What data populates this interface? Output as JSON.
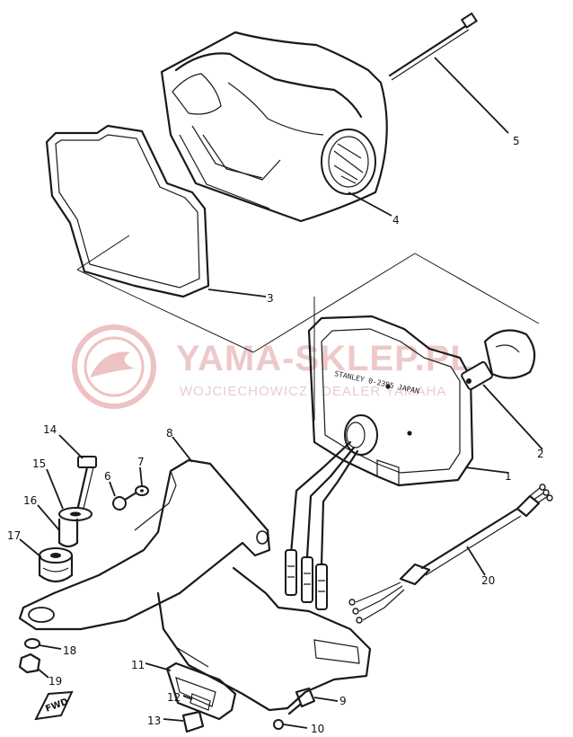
{
  "callouts": {
    "c1": "1",
    "c2": "2",
    "c3": "3",
    "c4": "4",
    "c5": "5",
    "c6": "6",
    "c7": "7",
    "c8": "8",
    "c9": "9",
    "c10": "10",
    "c11": "11",
    "c12": "12",
    "c13": "13",
    "c14": "14",
    "c15": "15",
    "c16": "16",
    "c17": "17",
    "c18": "18",
    "c19": "19",
    "c20": "20"
  },
  "watermark": {
    "title": "YAMA-SKLEP.PL",
    "subtitle": "WOJCIECHOWICZ | DEALER YAMAHA",
    "color": "#e8b8b8"
  },
  "lamp_stamp": "STANLEY 0-2395 JAPAN",
  "fwd_mark": "FWD"
}
